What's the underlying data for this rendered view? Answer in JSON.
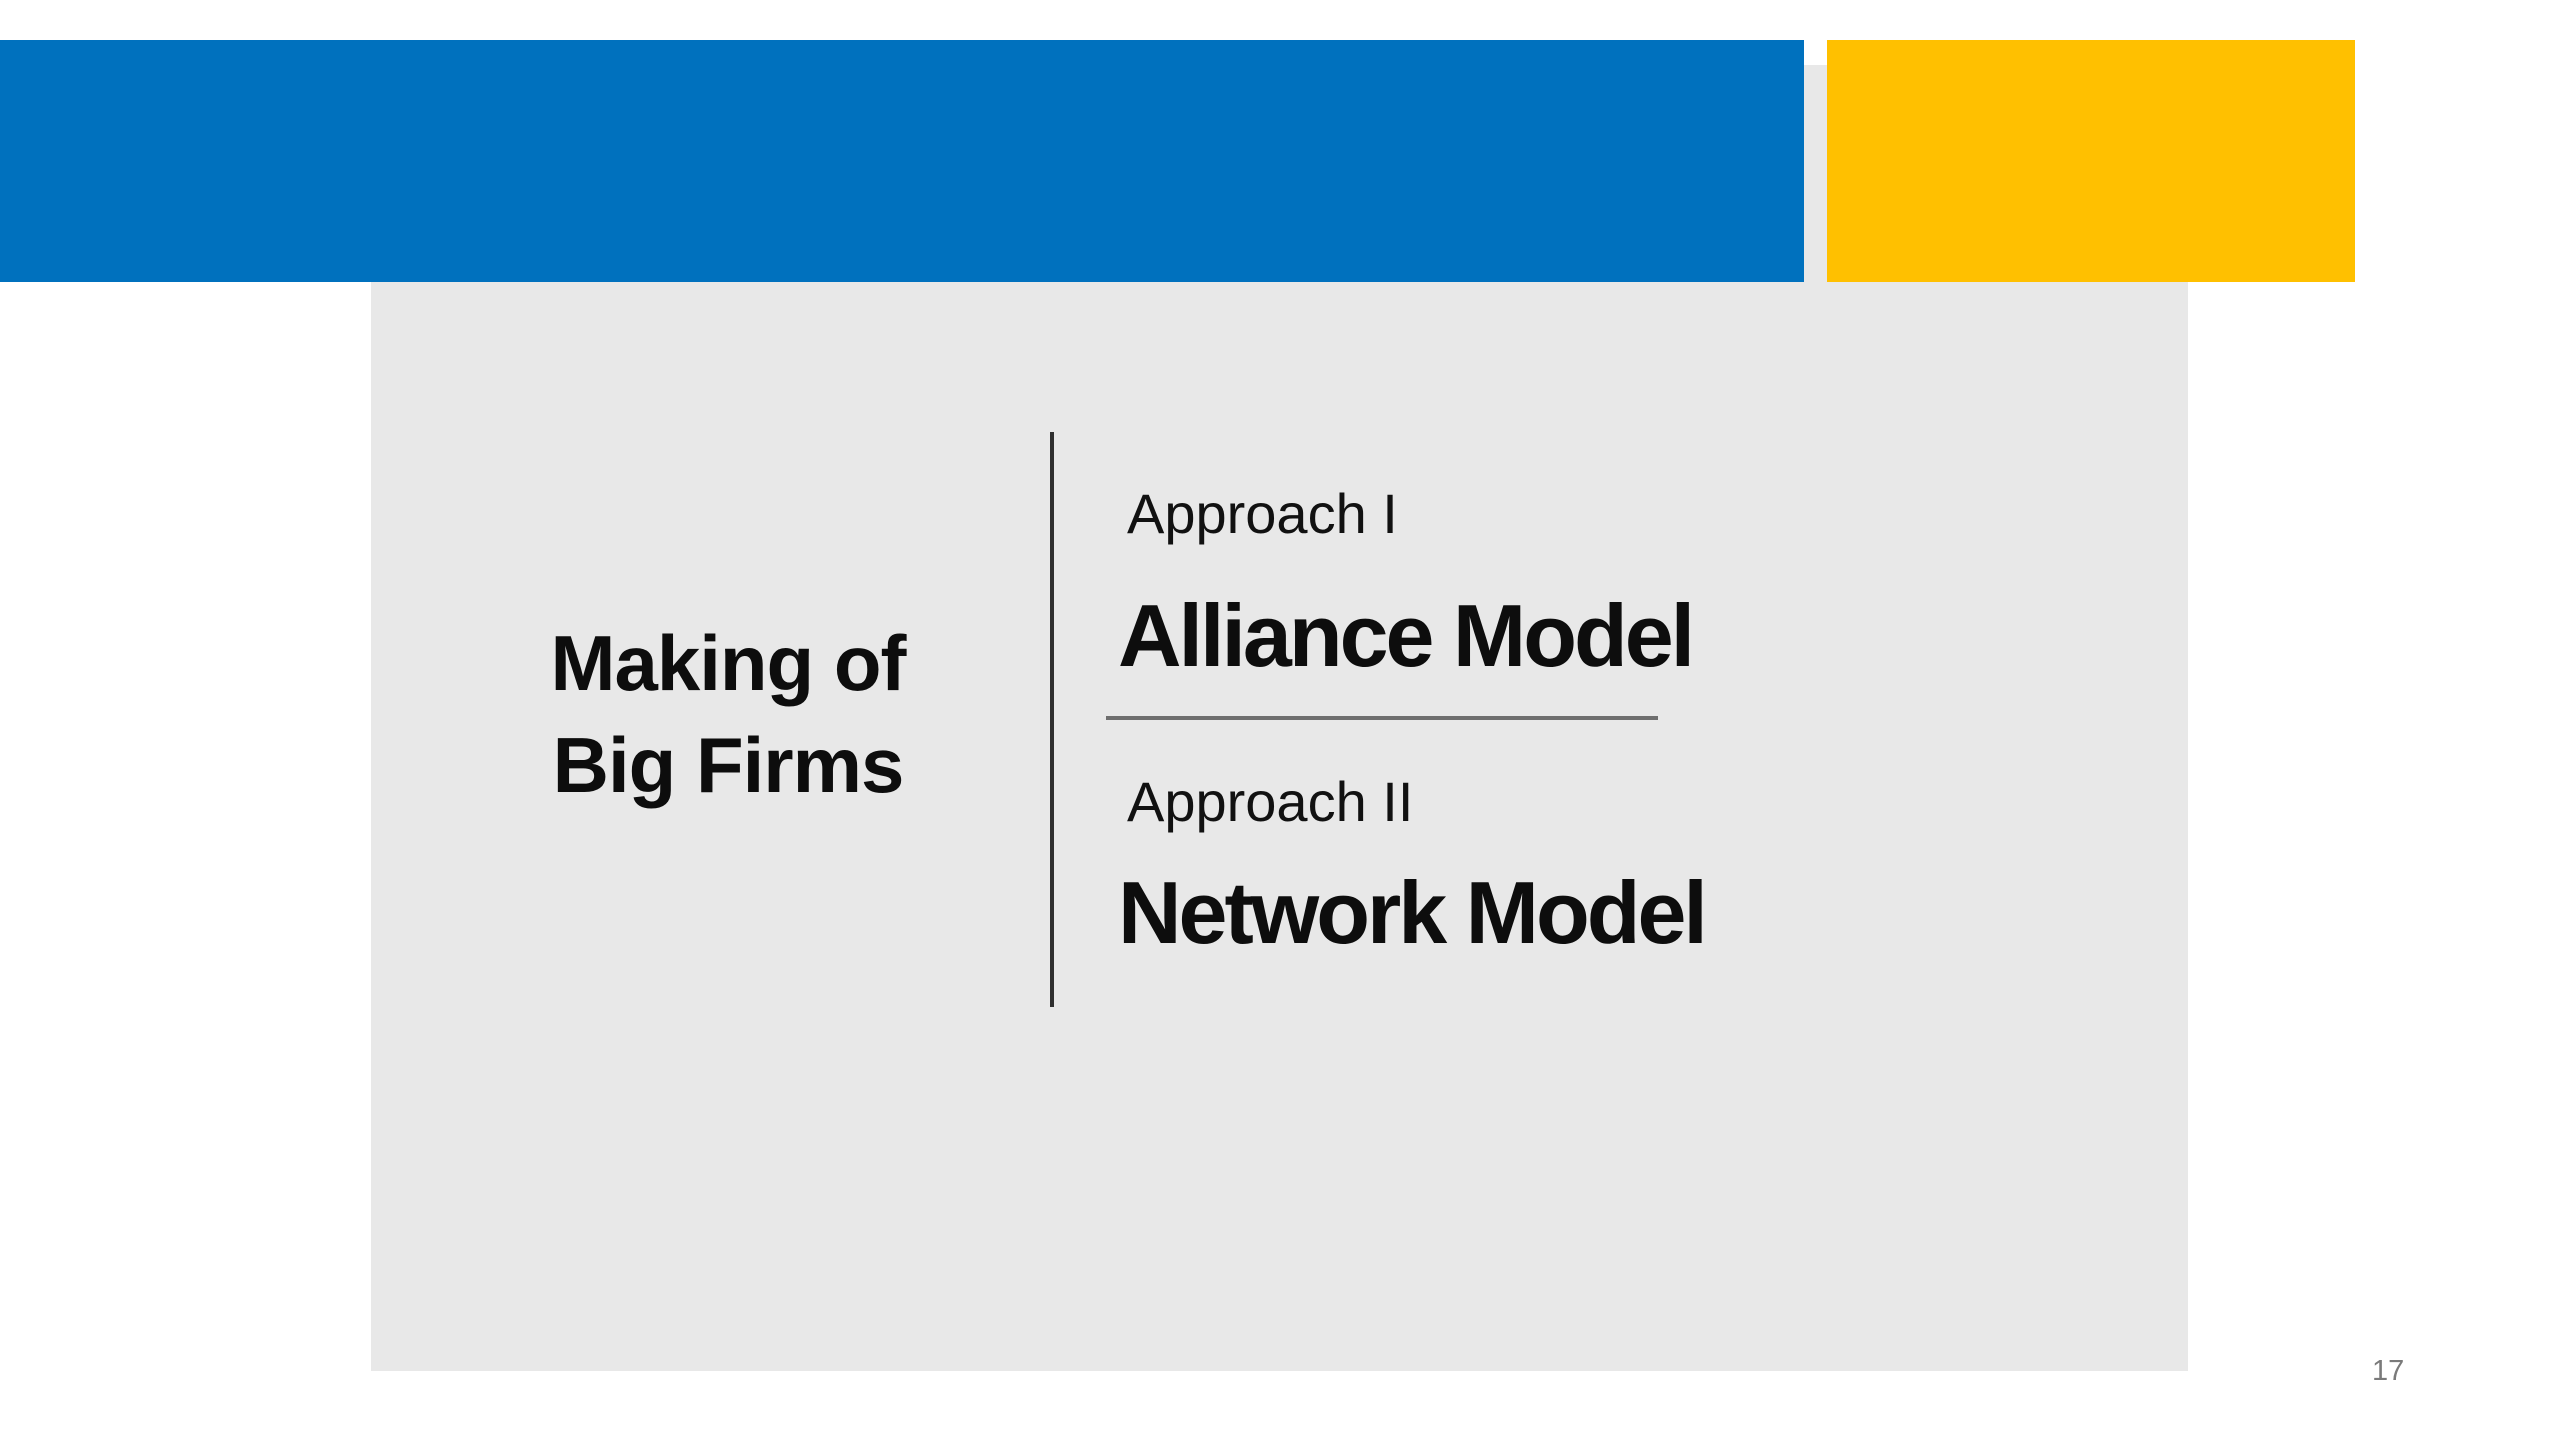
{
  "slide": {
    "kind": "presentation-slide",
    "page_number": "17",
    "left_panel": {
      "title": "Making of\nBig Firms"
    },
    "right_panel": {
      "items": [
        {
          "label": "Approach I",
          "title": "Alliance Model"
        },
        {
          "label": "Approach II",
          "title": "Network Model"
        }
      ]
    },
    "colors": {
      "header_blue": "#0071BE",
      "header_gold": "#FFC000",
      "panel_gray": "#E8E8E8",
      "vertical_divider": "#2F2F2F",
      "horizontal_divider": "#6E6E6E",
      "text_black": "#0D0D0D",
      "page_number_gray": "#7A7A7A"
    }
  }
}
